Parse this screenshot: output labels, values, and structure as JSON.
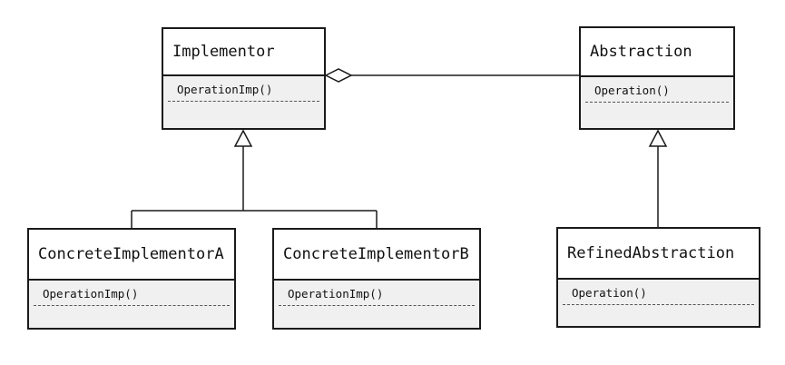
{
  "diagram": {
    "type": "uml_class_diagram",
    "background": "#ffffff",
    "colors": {
      "box_fill": "#ffffff",
      "compartment_fill": "#f0f0f0",
      "line": "#1a1a1a"
    },
    "classes": [
      {
        "name": "Implementor",
        "methods": [
          "OperationImp()"
        ]
      },
      {
        "name": "Abstraction",
        "methods": [
          "Operation()"
        ]
      },
      {
        "name": "ConcreteImplementorA",
        "methods": [
          "OperationImp()"
        ]
      },
      {
        "name": "ConcreteImplementorB",
        "methods": [
          "OperationImp()"
        ]
      },
      {
        "name": "RefinedAbstraction",
        "methods": [
          "Operation()"
        ]
      }
    ],
    "relationships": [
      {
        "type": "aggregation",
        "from": "Abstraction",
        "to": "Implementor"
      },
      {
        "type": "generalization",
        "from": "ConcreteImplementorA",
        "to": "Implementor"
      },
      {
        "type": "generalization",
        "from": "ConcreteImplementorB",
        "to": "Implementor"
      },
      {
        "type": "generalization",
        "from": "RefinedAbstraction",
        "to": "Abstraction"
      }
    ]
  }
}
